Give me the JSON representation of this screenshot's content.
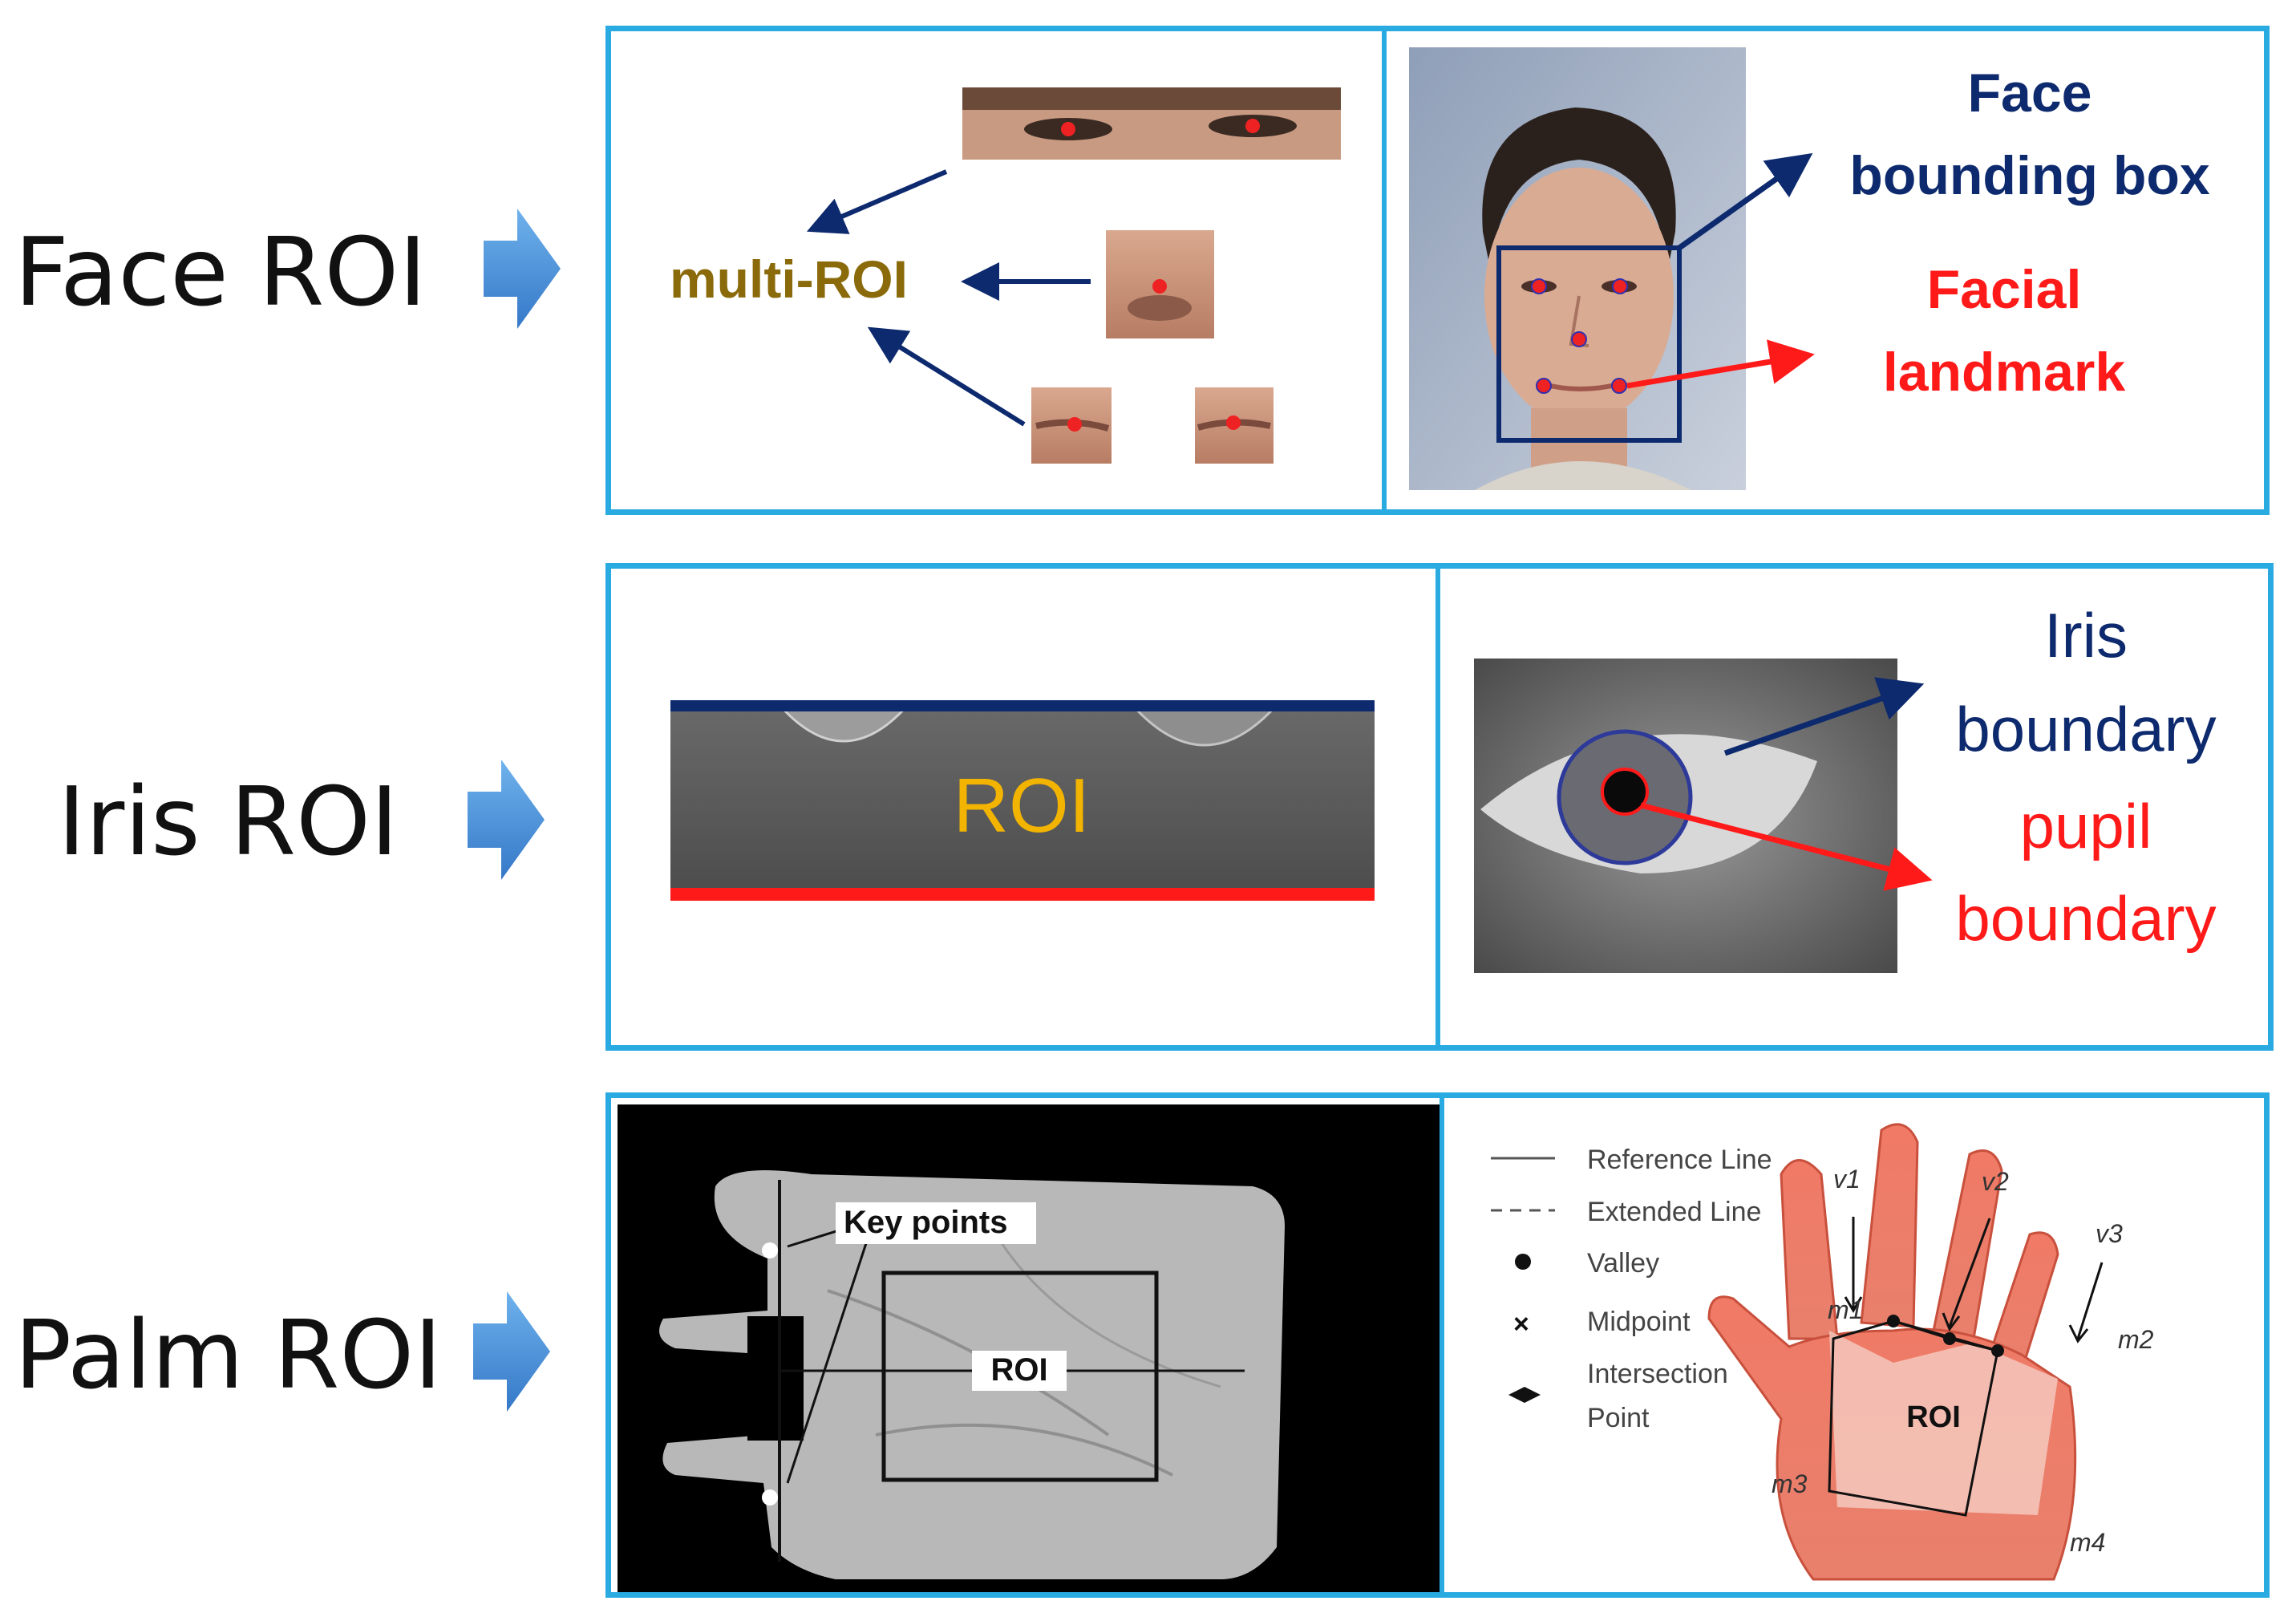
{
  "rows": {
    "face": {
      "label": "Face ROI",
      "multi_roi_label": "multi-ROI",
      "bbox_label_line1": "Face",
      "bbox_label_line2": "bounding box",
      "landmark_label_line1": "Facial",
      "landmark_label_line2": "landmark"
    },
    "iris": {
      "label": "Iris ROI",
      "roi_label": "ROI",
      "iris_boundary_line1": "Iris",
      "iris_boundary_line2": "boundary",
      "pupil_boundary_line1": "pupil",
      "pupil_boundary_line2": "boundary"
    },
    "palm": {
      "label": "Palm ROI",
      "key_points_label": "Key points",
      "roi_label_left": "ROI",
      "roi_label_right": "ROI",
      "legend": [
        "Reference Line",
        "Extended Line",
        "Valley",
        "Midpoint",
        "Intersection",
        "Point"
      ],
      "point_labels": [
        "v1",
        "v2",
        "v3",
        "m1",
        "m2",
        "m3",
        "m4"
      ]
    }
  },
  "colors": {
    "frame": "#29abe2",
    "arrow_blue": "#4a90d9",
    "navy": "#0d2a6e",
    "red": "#ff1a1a",
    "olive": "#8a6a0a",
    "gold": "#f2b400"
  }
}
